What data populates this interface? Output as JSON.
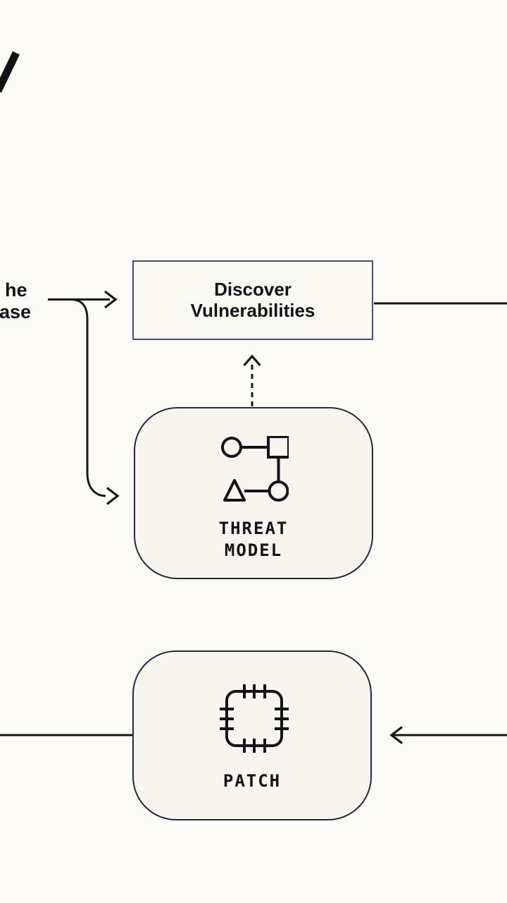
{
  "colors": {
    "bg": "#fcfbf7",
    "node_fill": "#f8f5ee",
    "node_border": "#222941",
    "box_fill": "#fbf9f3",
    "box_border": "#46507b",
    "line": "#17171c",
    "text": "#121219"
  },
  "fragments": {
    "left_label_line1": "he",
    "left_label_line2": "ase"
  },
  "diagram": {
    "discover_box": {
      "label": "Discover\nVulnerabilities"
    },
    "threat_node": {
      "label": "THREAT\nMODEL",
      "icon": "flowchart-shapes-icon"
    },
    "patch_node": {
      "label": "PATCH",
      "icon": "cpu-chip-icon"
    }
  }
}
